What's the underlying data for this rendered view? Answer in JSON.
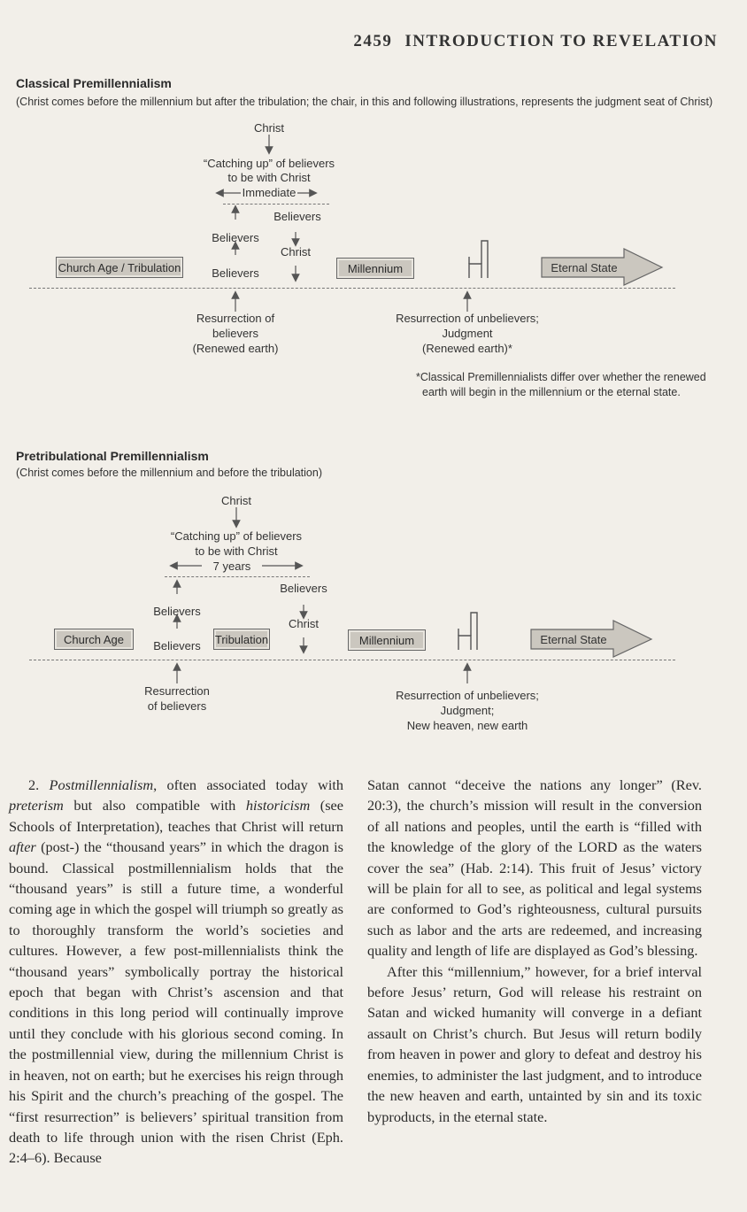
{
  "header": {
    "page_number": "2459",
    "title": "INTRODUCTION TO REVELATION"
  },
  "classical": {
    "title": "Classical Premillennialism",
    "subtitle": "(Christ comes before the millennium but after the tribulation; the chair, in this and following illustrations, represents the judgment seat of Christ)",
    "christ_top": "Christ",
    "catching_up_1": "“Catching up” of believers",
    "catching_up_2": "to be with Christ",
    "timing": "Immediate",
    "believers_right": "Believers",
    "believers_left": "Believers",
    "christ_mid": "Christ",
    "believers_bottom": "Believers",
    "box_church": "Church Age / Tribulation",
    "box_millennium": "Millennium",
    "box_eternal": "Eternal State",
    "res1_line1": "Resurrection of",
    "res1_line2": "believers",
    "res1_line3": "(Renewed earth)",
    "res2_line1": "Resurrection of unbelievers;",
    "res2_line2": "Judgment",
    "res2_line3": "(Renewed earth)*",
    "footnote_1": "*Classical Premillennialists differ over whether the renewed",
    "footnote_2": "earth will begin in the millennium or the eternal state."
  },
  "pretrib": {
    "title": "Pretribulational Premillennialism",
    "subtitle": "(Christ comes before the millennium and before the tribulation)",
    "christ_top": "Christ",
    "catching_up_1": "“Catching up” of believers",
    "catching_up_2": "to be with Christ",
    "timing": "7 years",
    "believers_right": "Believers",
    "believers_left": "Believers",
    "christ_mid": "Christ",
    "believers_bottom": "Believers",
    "box_church": "Church Age",
    "box_tribulation": "Tribulation",
    "box_millennium": "Millennium",
    "box_eternal": "Eternal State",
    "res1_line1": "Resurrection",
    "res1_line2": "of believers",
    "res2_line1": "Resurrection of unbelievers;",
    "res2_line2": "Judgment;",
    "res2_line3": "New heaven, new earth"
  },
  "text": {
    "left_number": "2. ",
    "left_term": "Postmillennialism",
    "left_p1a": ", often associated today with ",
    "left_term2": "preterism",
    "left_p1b": " but also compatible with ",
    "left_term3": "historicism",
    "left_p1c": " (see Schools of Interpretation), teaches that Christ will return ",
    "left_term4": "after",
    "left_p1d": " (post-) the “thousand years” in which the dragon is bound. Classical postmillennialism holds that the “thousand years” is still a future time, a wonderful coming age in which the gospel will triumph so greatly as to thoroughly transform the world’s societies and cultures. However, a few post-millennialists think the “thousand years” symbolically portray the historical epoch that began with Christ’s ascension and that conditions in this long period will continually improve until they conclude with his glorious second coming. In the postmillennial view, during the millennium Christ is in heaven, not on earth; but he exercises his reign through his Spirit and the church’s preaching of the gospel. The “first resurrection” is believers’ spiritual transition from death to life through union with the risen Christ (Eph. 2:4–6). Because",
    "right_p1": "Satan cannot “deceive the nations any longer” (Rev. 20:3), the church’s mission will result in the conversion of all nations and peoples, until the earth is “filled with the knowledge of the glory of the LORD as the waters cover the sea” (Hab. 2:14). This fruit of Jesus’ victory will be plain for all to see, as political and legal systems are conformed to God’s righteousness, cultural pursuits such as labor and the arts are redeemed, and increasing quality and length of life are displayed as God’s blessing.",
    "right_p2": "After this “millennium,” however, for a brief interval before Jesus’ return, God will release his restraint on Satan and wicked humanity will converge in a defiant assault on Christ’s church. But Jesus will return bodily from heaven in power and glory to defeat and destroy his enemies, to administer the last judgment, and to introduce the new heaven and earth, untainted by sin and its toxic byproducts, in the eternal state."
  }
}
